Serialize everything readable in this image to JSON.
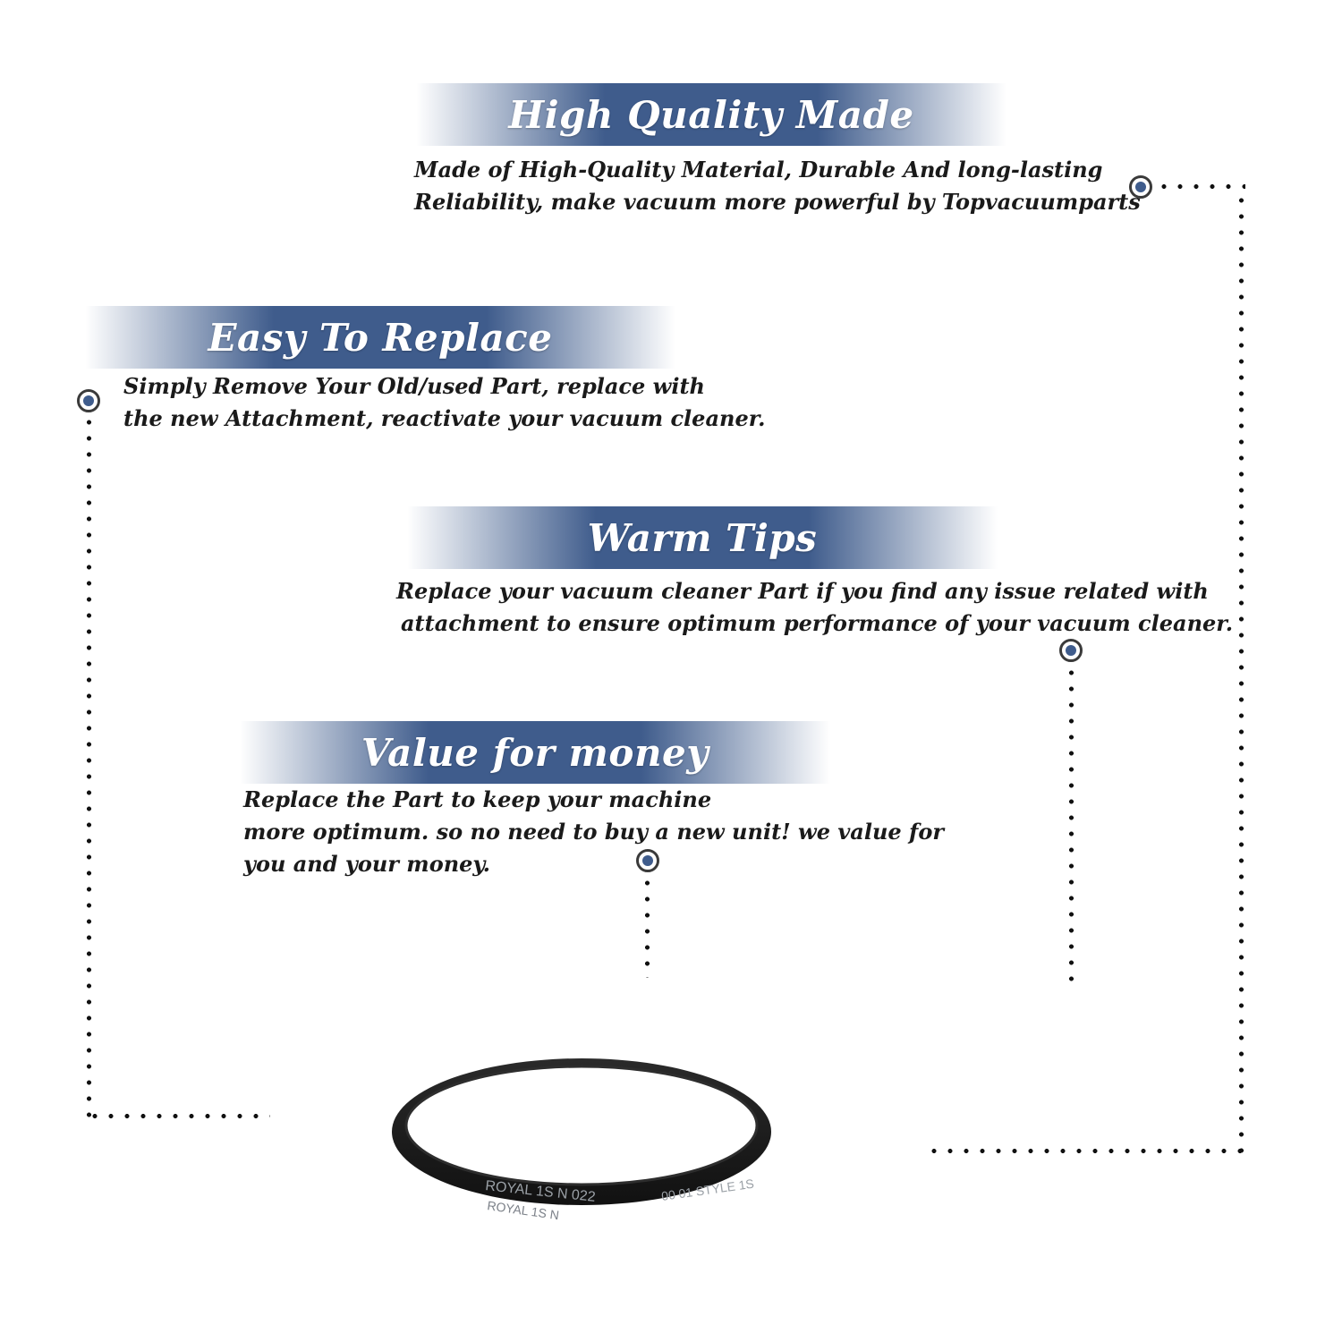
{
  "features": [
    {
      "title": "High Quality Made",
      "lines": [
        "Made of  High-Quality Material, Durable And long-lasting",
        "Reliability, make vacuum more powerful by Topvacuumparts"
      ]
    },
    {
      "title": "Easy To Replace",
      "lines": [
        "Simply Remove Your Old/used Part, replace with",
        "the new Attachment, reactivate your vacuum cleaner."
      ]
    },
    {
      "title": "Warm Tips",
      "lines": [
        "Replace your vacuum cleaner Part if you find any issue related with",
        "attachment to ensure optimum performance of your vacuum cleaner."
      ]
    },
    {
      "title": "Value for money",
      "lines": [
        "Replace the Part to keep your machine",
        "more optimum. so no need to buy a new unit! we value for",
        "you and your money."
      ]
    }
  ],
  "product": {
    "belt_text_1": "ROYAL 1S N 022",
    "belt_text_2": "00 01  STYLE 1S",
    "belt_text_3": "ROYAL 1S N"
  },
  "colors": {
    "accent": "#3f5c8c",
    "text": "#1a1a1a",
    "belt": "#1c1c1c"
  }
}
